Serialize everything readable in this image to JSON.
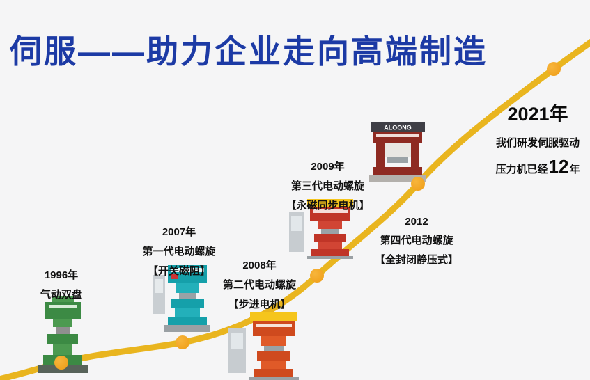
{
  "title": "伺服——助力企业走向高端制造",
  "timeline": {
    "milestones": [
      {
        "year": "1996年",
        "name": "气动双盘",
        "detail": ""
      },
      {
        "year": "2007年",
        "name": "第一代电动螺旋",
        "detail": "【开关磁阻】"
      },
      {
        "year": "2008年",
        "name": "第二代电动螺旋",
        "detail": "【步进电机】"
      },
      {
        "year": "2009年",
        "name": "第三代电动螺旋",
        "detail": "【永磁同步电机】"
      },
      {
        "year": "2012",
        "name": "第四代电动螺旋",
        "detail": "【全封闭静压式】"
      }
    ],
    "endpoint": {
      "year": "2021年",
      "line1": "我们研发伺服驱动",
      "line2_prefix": "压力机已经",
      "line2_number": "12",
      "line2_suffix": "年"
    }
  },
  "machines": {
    "m2012_brand": "ALOONG"
  },
  "colors": {
    "title_blue": "#1c3aa5",
    "curve_gold": "#e9b51f",
    "dot_orange": "#f3a322",
    "background": "#f5f5f6"
  }
}
